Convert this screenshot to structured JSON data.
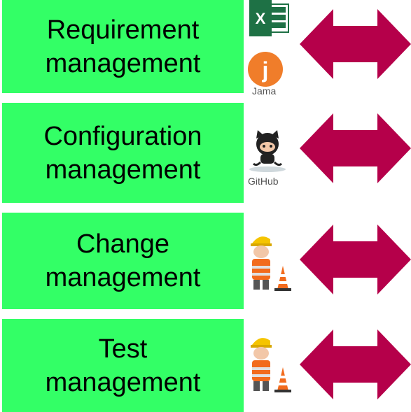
{
  "rows": [
    {
      "line1": "Requirement",
      "line2": "management",
      "tools": [
        "excel-icon",
        "jama-icon"
      ],
      "caption": "Jama"
    },
    {
      "line1": "Configuration",
      "line2": "management",
      "tools": [
        "github-octocat-icon"
      ],
      "caption": "GitHub"
    },
    {
      "line1": "Change",
      "line2": "management",
      "tools": [
        "construction-worker-icon"
      ]
    },
    {
      "line1": "Test",
      "line2": "management",
      "tools": [
        "construction-worker-icon"
      ]
    }
  ],
  "icons": {
    "excel_letter": "X",
    "jama_letter": "j"
  },
  "colors": {
    "box": "#33ff66",
    "arrow": "#b5004a",
    "excel": "#1e7145",
    "jama": "#f07d2a"
  }
}
